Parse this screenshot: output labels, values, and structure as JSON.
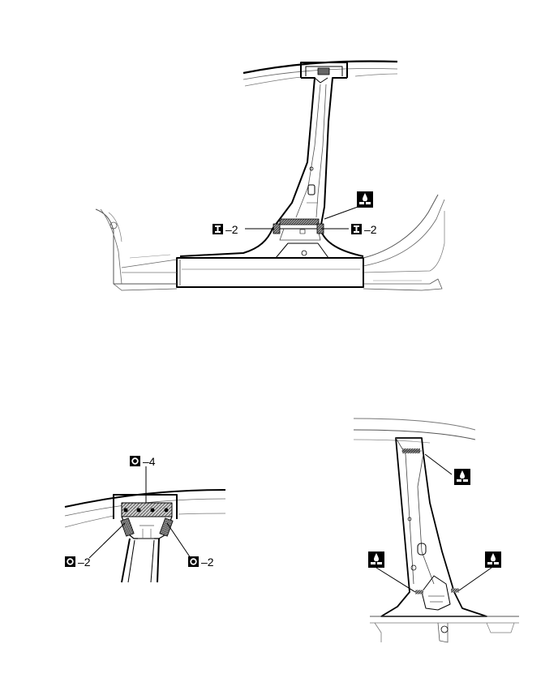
{
  "callouts": {
    "top_left": {
      "icon": "spot-weld-type-I-icon",
      "text": "–2"
    },
    "top_right": {
      "icon": "spot-weld-type-I-icon",
      "text": "–2"
    },
    "top_adhesive": {
      "icon": "adhesive-drop-icon"
    },
    "mid_top": {
      "icon": "spot-weld-type-O-icon",
      "text": "–4"
    },
    "mid_left": {
      "icon": "spot-weld-type-O-icon",
      "text": "–2"
    },
    "mid_right": {
      "icon": "spot-weld-type-O-icon",
      "text": "–2"
    },
    "right_top_adhesive": {
      "icon": "adhesive-drop-icon"
    },
    "right_left_adhesive": {
      "icon": "adhesive-drop-icon"
    },
    "right_right_adhesive": {
      "icon": "adhesive-drop-icon"
    }
  },
  "colors": {
    "line": "#000000",
    "light_line": "#888888",
    "weld_fill": "#555555"
  }
}
